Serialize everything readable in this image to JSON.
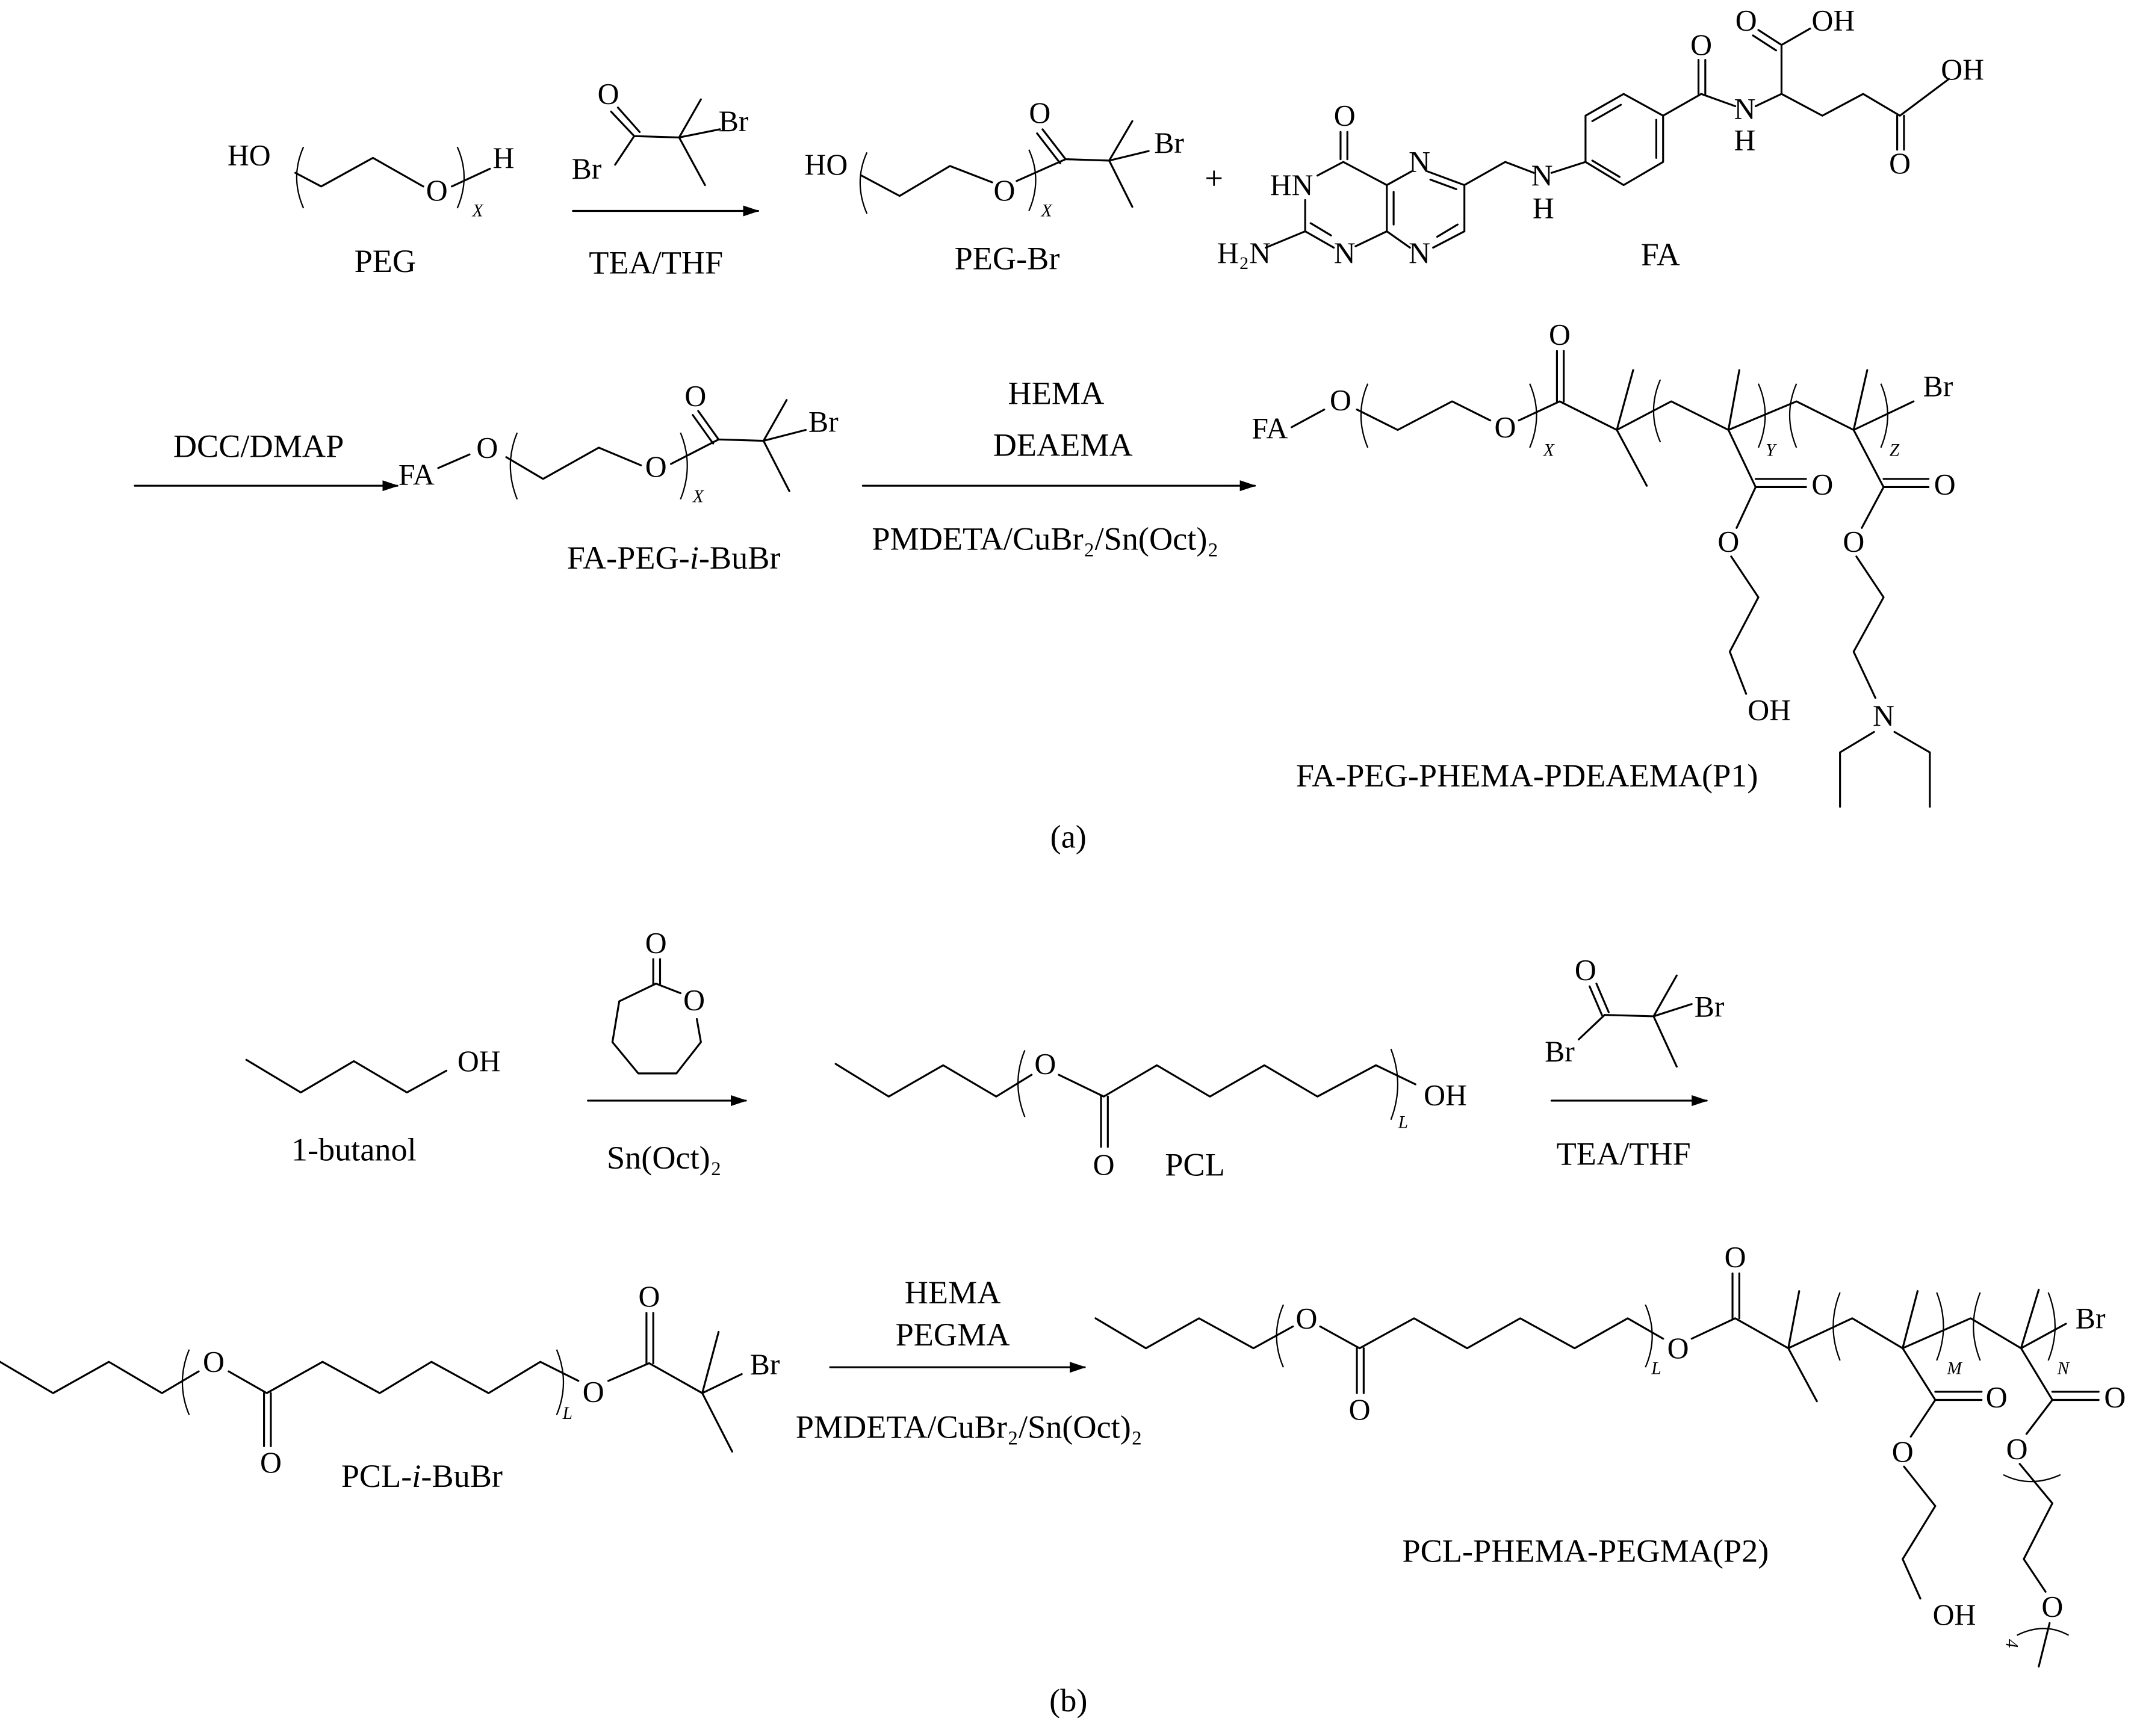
{
  "scheme_a": {
    "peg": {
      "label": "PEG",
      "atoms": [
        "HO",
        "O",
        "H"
      ],
      "repeat": "X"
    },
    "bromide_reagent": {
      "atoms": [
        "O",
        "Br",
        "Br"
      ]
    },
    "step1_conditions": "TEA/THF",
    "peg_br": {
      "label": "PEG-Br",
      "atoms": [
        "HO",
        "O",
        "O",
        "Br"
      ],
      "repeat": "X"
    },
    "plus": "+",
    "fa": {
      "label": "FA",
      "atoms": [
        "O",
        "HN",
        "N",
        "N",
        "N",
        "H₂N",
        "N",
        "H",
        "O",
        "N",
        "H",
        "O",
        "OH",
        "OH",
        "O"
      ]
    },
    "step2_conditions": "DCC/DMAP",
    "fa_peg_br": {
      "label_prefix": "FA-PEG-",
      "label_italic": "i",
      "label_suffix": "-BuBr",
      "atoms": [
        "FA",
        "O",
        "O",
        "O",
        "Br"
      ],
      "repeat": "X"
    },
    "step3_conditions": {
      "monomer1": "HEMA",
      "monomer2": "DEAEMA",
      "catalyst": "PMDETA/CuBr₂/Sn(Oct)₂"
    },
    "p1": {
      "label": "FA-PEG-PHEMA-PDEAEMA(P1)",
      "atoms": [
        "FA",
        "O",
        "O",
        "O",
        "Br",
        "O",
        "O",
        "O",
        "O",
        "OH",
        "N"
      ],
      "repeats": [
        "X",
        "Y",
        "Z"
      ]
    },
    "caption": "(a)"
  },
  "scheme_b": {
    "butanol": {
      "label": "1-butanol",
      "atoms": [
        "OH"
      ]
    },
    "caprolactone": {
      "atoms": [
        "O",
        "O"
      ]
    },
    "step1_conditions": "Sn(Oct)₂",
    "pcl": {
      "label": "PCL",
      "atoms": [
        "O",
        "OH",
        "O"
      ],
      "repeat": "L"
    },
    "bromide_reagent": {
      "atoms": [
        "O",
        "Br",
        "Br"
      ]
    },
    "step2_conditions": "TEA/THF",
    "pcl_br": {
      "label_prefix": "PCL-",
      "label_italic": "i",
      "label_suffix": "-BuBr",
      "atoms": [
        "O",
        "O",
        "O",
        "O",
        "Br"
      ],
      "repeat": "L"
    },
    "step3_conditions": {
      "monomer1": "HEMA",
      "monomer2": "PEGMA",
      "catalyst": "PMDETA/CuBr₂/Sn(Oct)₂"
    },
    "p2": {
      "label": "PCL-PHEMA-PEGMA(P2)",
      "atoms": [
        "O",
        "O",
        "O",
        "O",
        "Br",
        "O",
        "O",
        "OH",
        "O",
        "O",
        "O"
      ],
      "repeats": [
        "L",
        "M",
        "N",
        "4"
      ]
    },
    "caption": "(b)"
  }
}
